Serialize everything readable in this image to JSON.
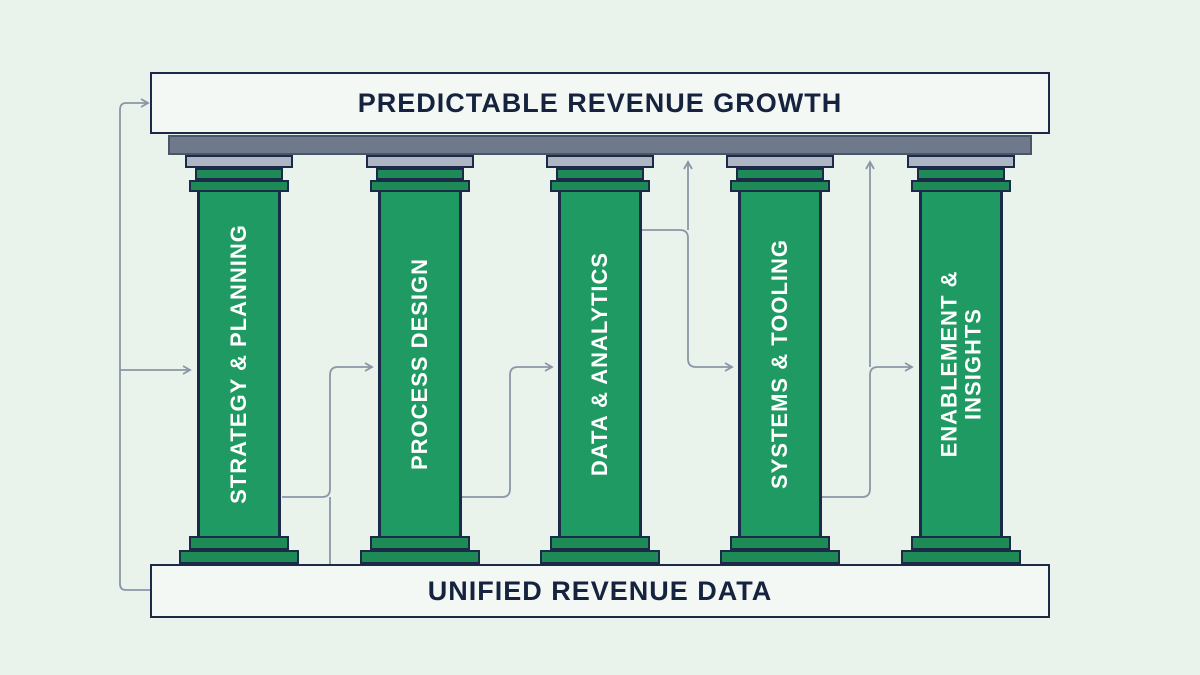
{
  "pediment": {
    "title": "PREDICTABLE REVENUE GROWTH"
  },
  "base": {
    "title": "UNIFIED REVENUE DATA"
  },
  "pillars": [
    {
      "label": "STRATEGY & PLANNING"
    },
    {
      "label": "PROCESS DESIGN"
    },
    {
      "label": "DATA & ANALYTICS"
    },
    {
      "label": "SYSTEMS & TOOLING"
    },
    {
      "label_line1": "ENABLEMENT &",
      "label_line2": "INSIGHTS"
    }
  ],
  "colors": {
    "background": "#e9f3ec",
    "pillar": "#1f9a62",
    "outline": "#1c2a4a",
    "arrow": "#8a96a6"
  }
}
